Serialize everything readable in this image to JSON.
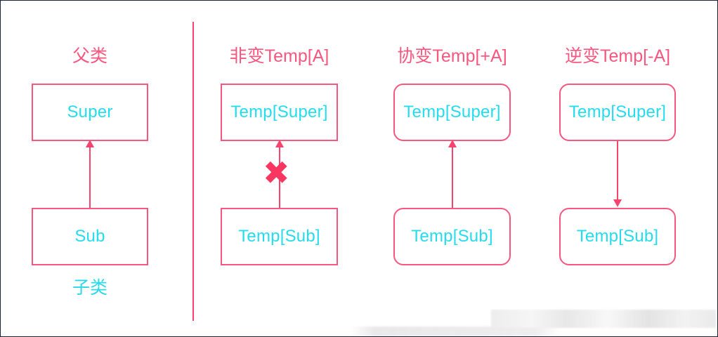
{
  "diagram": {
    "title_row_y_label": "variance-comparison",
    "colors": {
      "box_border": "#f7577f",
      "box_text": "#24dced",
      "title_text": "#f7577f",
      "arrow": "#f8436f",
      "cross": "#f8365f",
      "frame": "#1b2430",
      "background": "#ffffff"
    },
    "divider": "vertical-divider",
    "left_panel": {
      "parent_label": "父类",
      "child_label": "子类",
      "super_box": "Super",
      "sub_box": "Sub",
      "arrow_direction": "up"
    },
    "columns": [
      {
        "id": "invariant",
        "title": "非变Temp[A]",
        "super_box": "Temp[Super]",
        "sub_box": "Temp[Sub]",
        "arrow_direction": "up",
        "corner_style": "square",
        "cross_mark": "✖",
        "has_cross": true
      },
      {
        "id": "covariant",
        "title": "协变Temp[+A]",
        "super_box": "Temp[Super]",
        "sub_box": "Temp[Sub]",
        "arrow_direction": "up",
        "corner_style": "rounded",
        "cross_mark": "",
        "has_cross": false
      },
      {
        "id": "contravariant",
        "title": "逆变Temp[-A]",
        "super_box": "Temp[Super]",
        "sub_box": "Temp[Sub]",
        "arrow_direction": "down",
        "corner_style": "rounded",
        "cross_mark": "",
        "has_cross": false
      }
    ]
  }
}
